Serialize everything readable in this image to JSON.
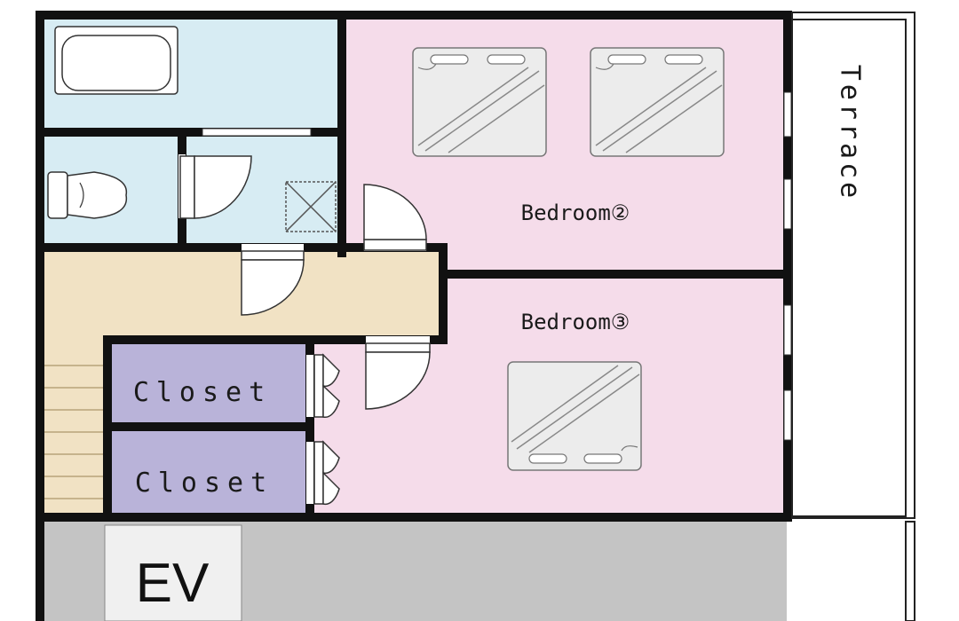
{
  "rooms": {
    "bedroom2": {
      "label": "Bedroom②"
    },
    "bedroom3": {
      "label": "Bedroom③"
    },
    "closet_upper": {
      "label": "Closet"
    },
    "closet_lower": {
      "label": "Closet"
    },
    "terrace": {
      "label": "Terrace"
    },
    "elevator": {
      "label": "EV"
    }
  },
  "colors": {
    "bathroom": "#d7ecf3",
    "bedroom": "#f5dcea",
    "hallway": "#f1e2c4",
    "closet": "#b9b3d9",
    "corridor": "#c4c4c4",
    "elevator": "#f0f0f0",
    "wall": "#111111",
    "fixture": "#ececec"
  },
  "icons": [
    "bathtub-icon",
    "toilet-icon",
    "sink-icon",
    "bed-icon",
    "door-swing-icon",
    "stairs-icon"
  ]
}
